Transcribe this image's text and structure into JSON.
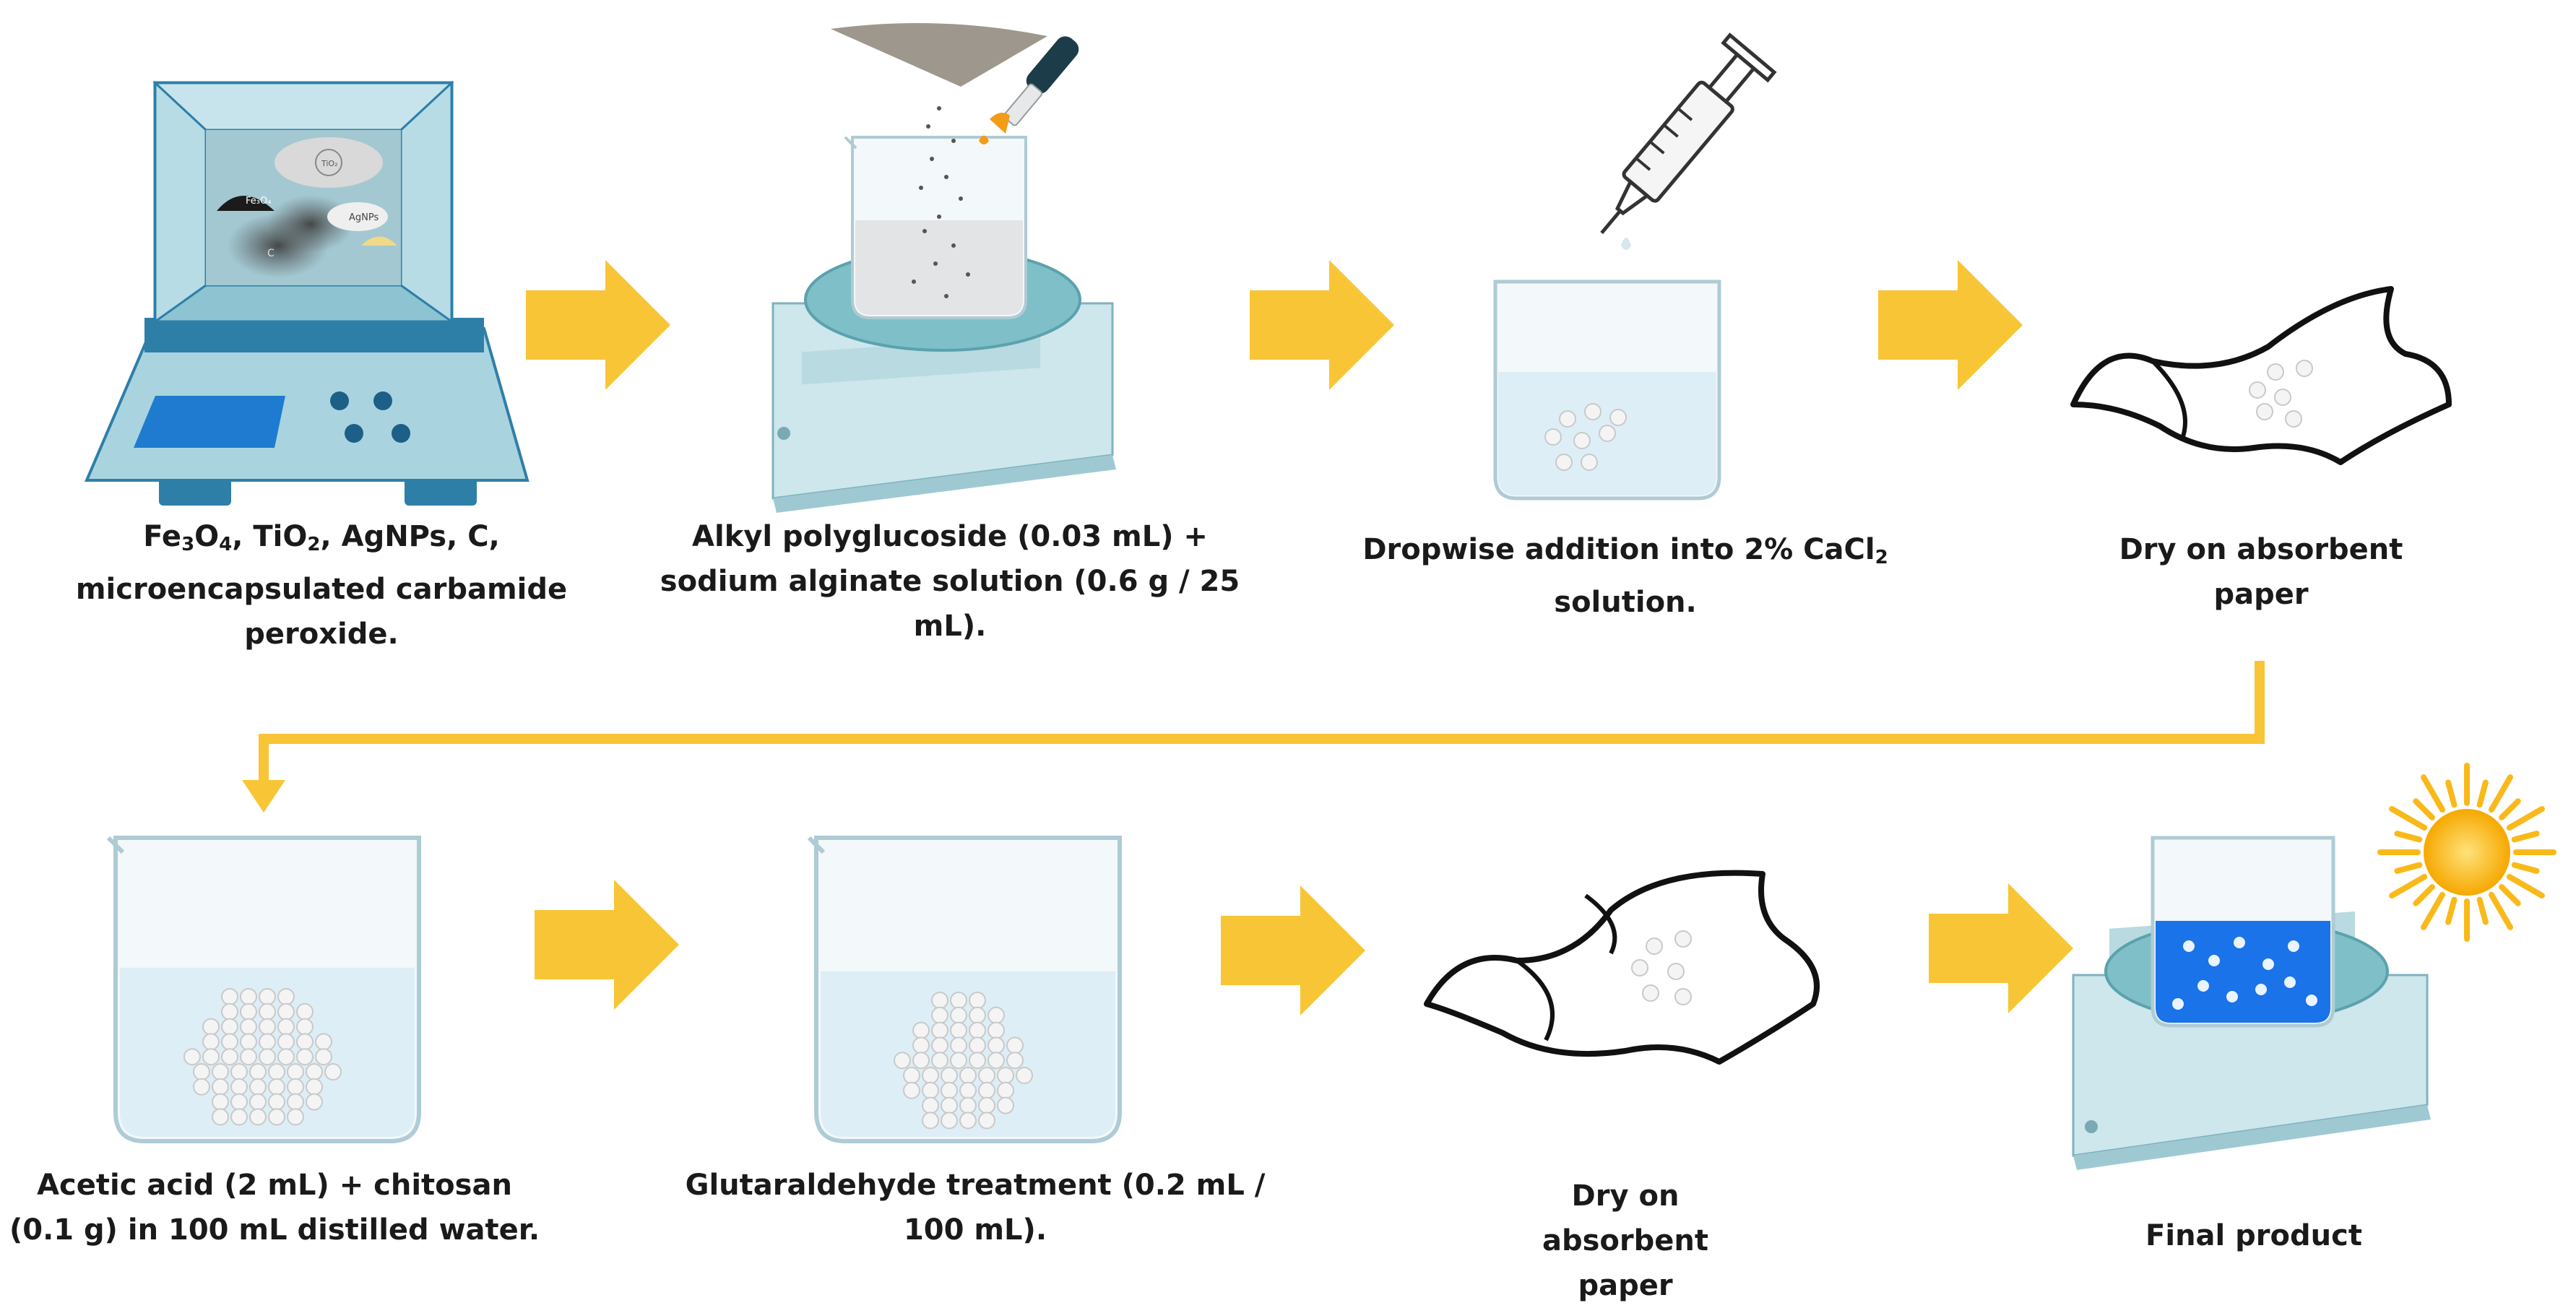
{
  "steps": [
    {
      "id": "step1",
      "caption_parts": [
        "Fe",
        "3",
        "O",
        "4",
        ", TiO",
        "2",
        ", AgNPs, C, microencapsulated carbamide peroxide."
      ],
      "oven_labels": {
        "fe3o4": "Fe₃O₄",
        "tio2": "TiO₂",
        "agnps": "AgNPs",
        "c": "C"
      }
    },
    {
      "id": "step2",
      "caption": "Alkyl polyglucoside (0.03 mL) + sodium alginate solution (0.6 g / 25 mL)."
    },
    {
      "id": "step3",
      "caption_parts": [
        "Dropwise addition into 2% CaCl",
        "2",
        " solution."
      ]
    },
    {
      "id": "step4",
      "caption": "Dry on absorbent paper"
    },
    {
      "id": "step5",
      "caption": "Acetic acid (2 mL) + chitosan (0.1 g) in 100 mL distilled water."
    },
    {
      "id": "step6",
      "caption": "Glutaraldehyde treatment (0.2 mL / 100 mL)."
    },
    {
      "id": "step7",
      "caption": "Dry on absorbent paper"
    },
    {
      "id": "step8",
      "caption": "Final product"
    }
  ],
  "colors": {
    "arrow": "#F8C537",
    "device": "#A9D4DF",
    "device_dark": "#2E7FA8",
    "beaker_liquid": "#DDEEF6",
    "final_liquid": "#1A73E8",
    "sun": "#F9B91A"
  },
  "icons": [
    "oven-icon",
    "scale-icon",
    "beaker-icon",
    "syringe-icon",
    "dropper-icon",
    "absorbent-paper-icon",
    "sun-icon",
    "arrow-icon"
  ]
}
